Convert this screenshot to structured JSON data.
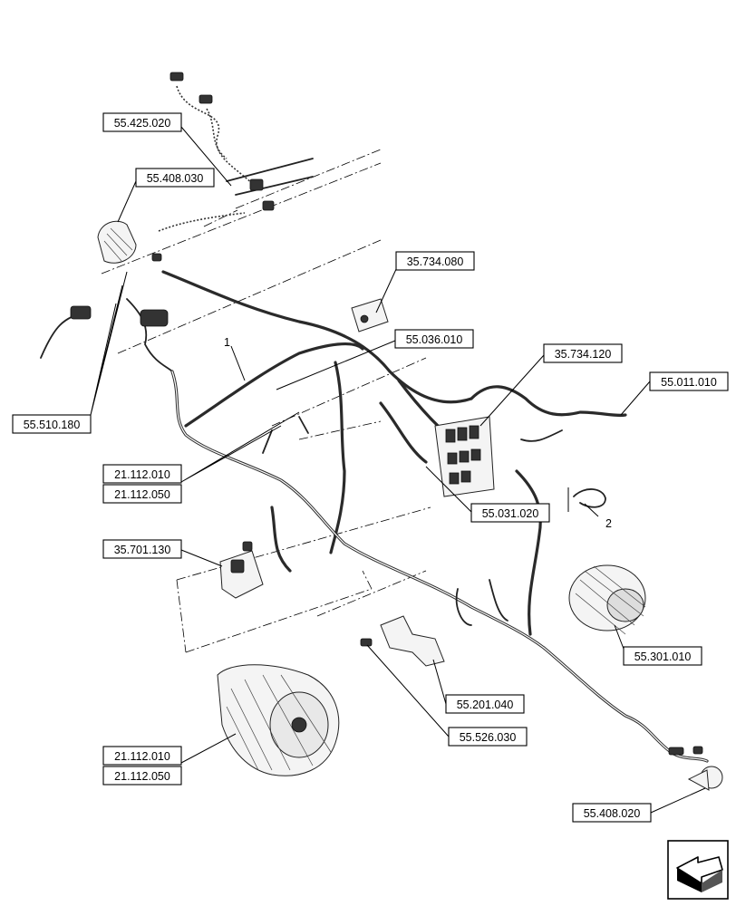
{
  "references": [
    {
      "id": "ref-55-425-020",
      "label": "55.425.020"
    },
    {
      "id": "ref-55-408-030",
      "label": "55.408.030"
    },
    {
      "id": "ref-35-734-080",
      "label": "35.734.080"
    },
    {
      "id": "ref-55-036-010",
      "label": "55.036.010"
    },
    {
      "id": "ref-35-734-120",
      "label": "35.734.120"
    },
    {
      "id": "ref-55-011-010",
      "label": "55.011.010"
    },
    {
      "id": "ref-55-510-180",
      "label": "55.510.180"
    },
    {
      "id": "ref-21-112-010-a",
      "label": "21.112.010"
    },
    {
      "id": "ref-21-112-050-a",
      "label": "21.112.050"
    },
    {
      "id": "ref-55-031-020",
      "label": "55.031.020"
    },
    {
      "id": "ref-35-701-130",
      "label": "35.701.130"
    },
    {
      "id": "ref-55-301-010",
      "label": "55.301.010"
    },
    {
      "id": "ref-55-201-040",
      "label": "55.201.040"
    },
    {
      "id": "ref-55-526-030",
      "label": "55.526.030"
    },
    {
      "id": "ref-21-112-010-b",
      "label": "21.112.010"
    },
    {
      "id": "ref-21-112-050-b",
      "label": "21.112.050"
    },
    {
      "id": "ref-55-408-020",
      "label": "55.408.020"
    }
  ],
  "callouts": {
    "item1": "1",
    "item2": "2"
  },
  "icons": {
    "nav_icon": "next-page-arrow-icon"
  },
  "colors": {
    "line": "#000000",
    "background": "#ffffff"
  }
}
